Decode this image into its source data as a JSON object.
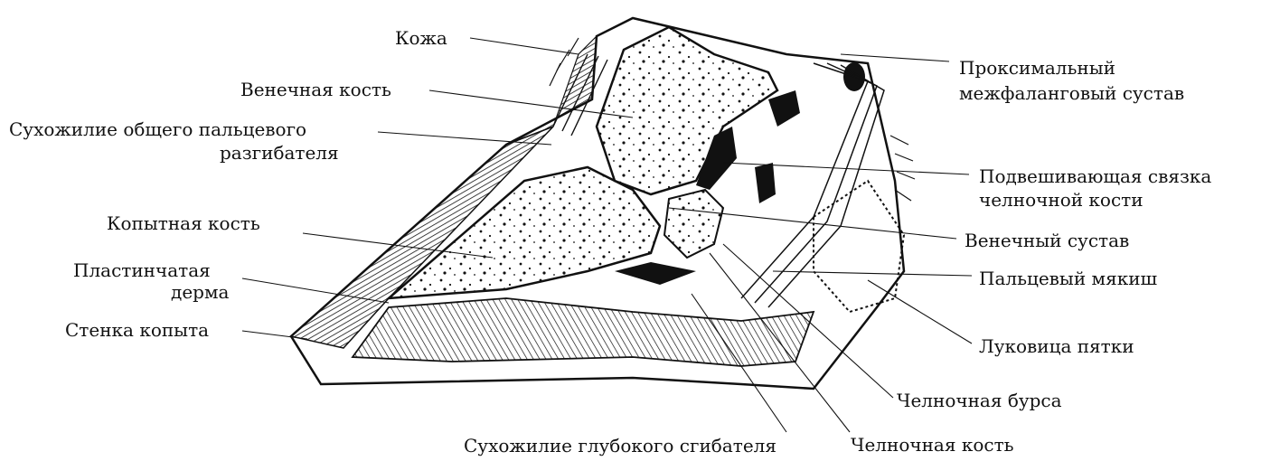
{
  "labels": {
    "skin": "Кожа",
    "middle_phalanx": "Венечная кость",
    "common_extensor_tendon_1": "Сухожилие общего пальцевого",
    "common_extensor_tendon_2": "разгибателя",
    "coffin_bone": "Копытная кость",
    "laminar_dermis_1": "Пластинчатая",
    "laminar_dermis_2": "дерма",
    "hoof_wall": "Стенка копыта",
    "pastern_joint_1": "Проксимальный",
    "pastern_joint_2": "межфаланговый сустав",
    "navicular_suspensory_1": "Подвешивающая связка",
    "navicular_suspensory_2": "челночной кости",
    "coffin_joint": "Венечный сустав",
    "digital_cushion": "Пальцевый мякиш",
    "heel_bulb": "Луковица пятки",
    "navicular_bursa": "Челночная бурса",
    "deep_flexor_tendon": "Сухожилие глубокого сгибателя",
    "navicular_bone": "Челночная кость"
  },
  "colors": {
    "ink": "#111111",
    "background": "#ffffff"
  }
}
